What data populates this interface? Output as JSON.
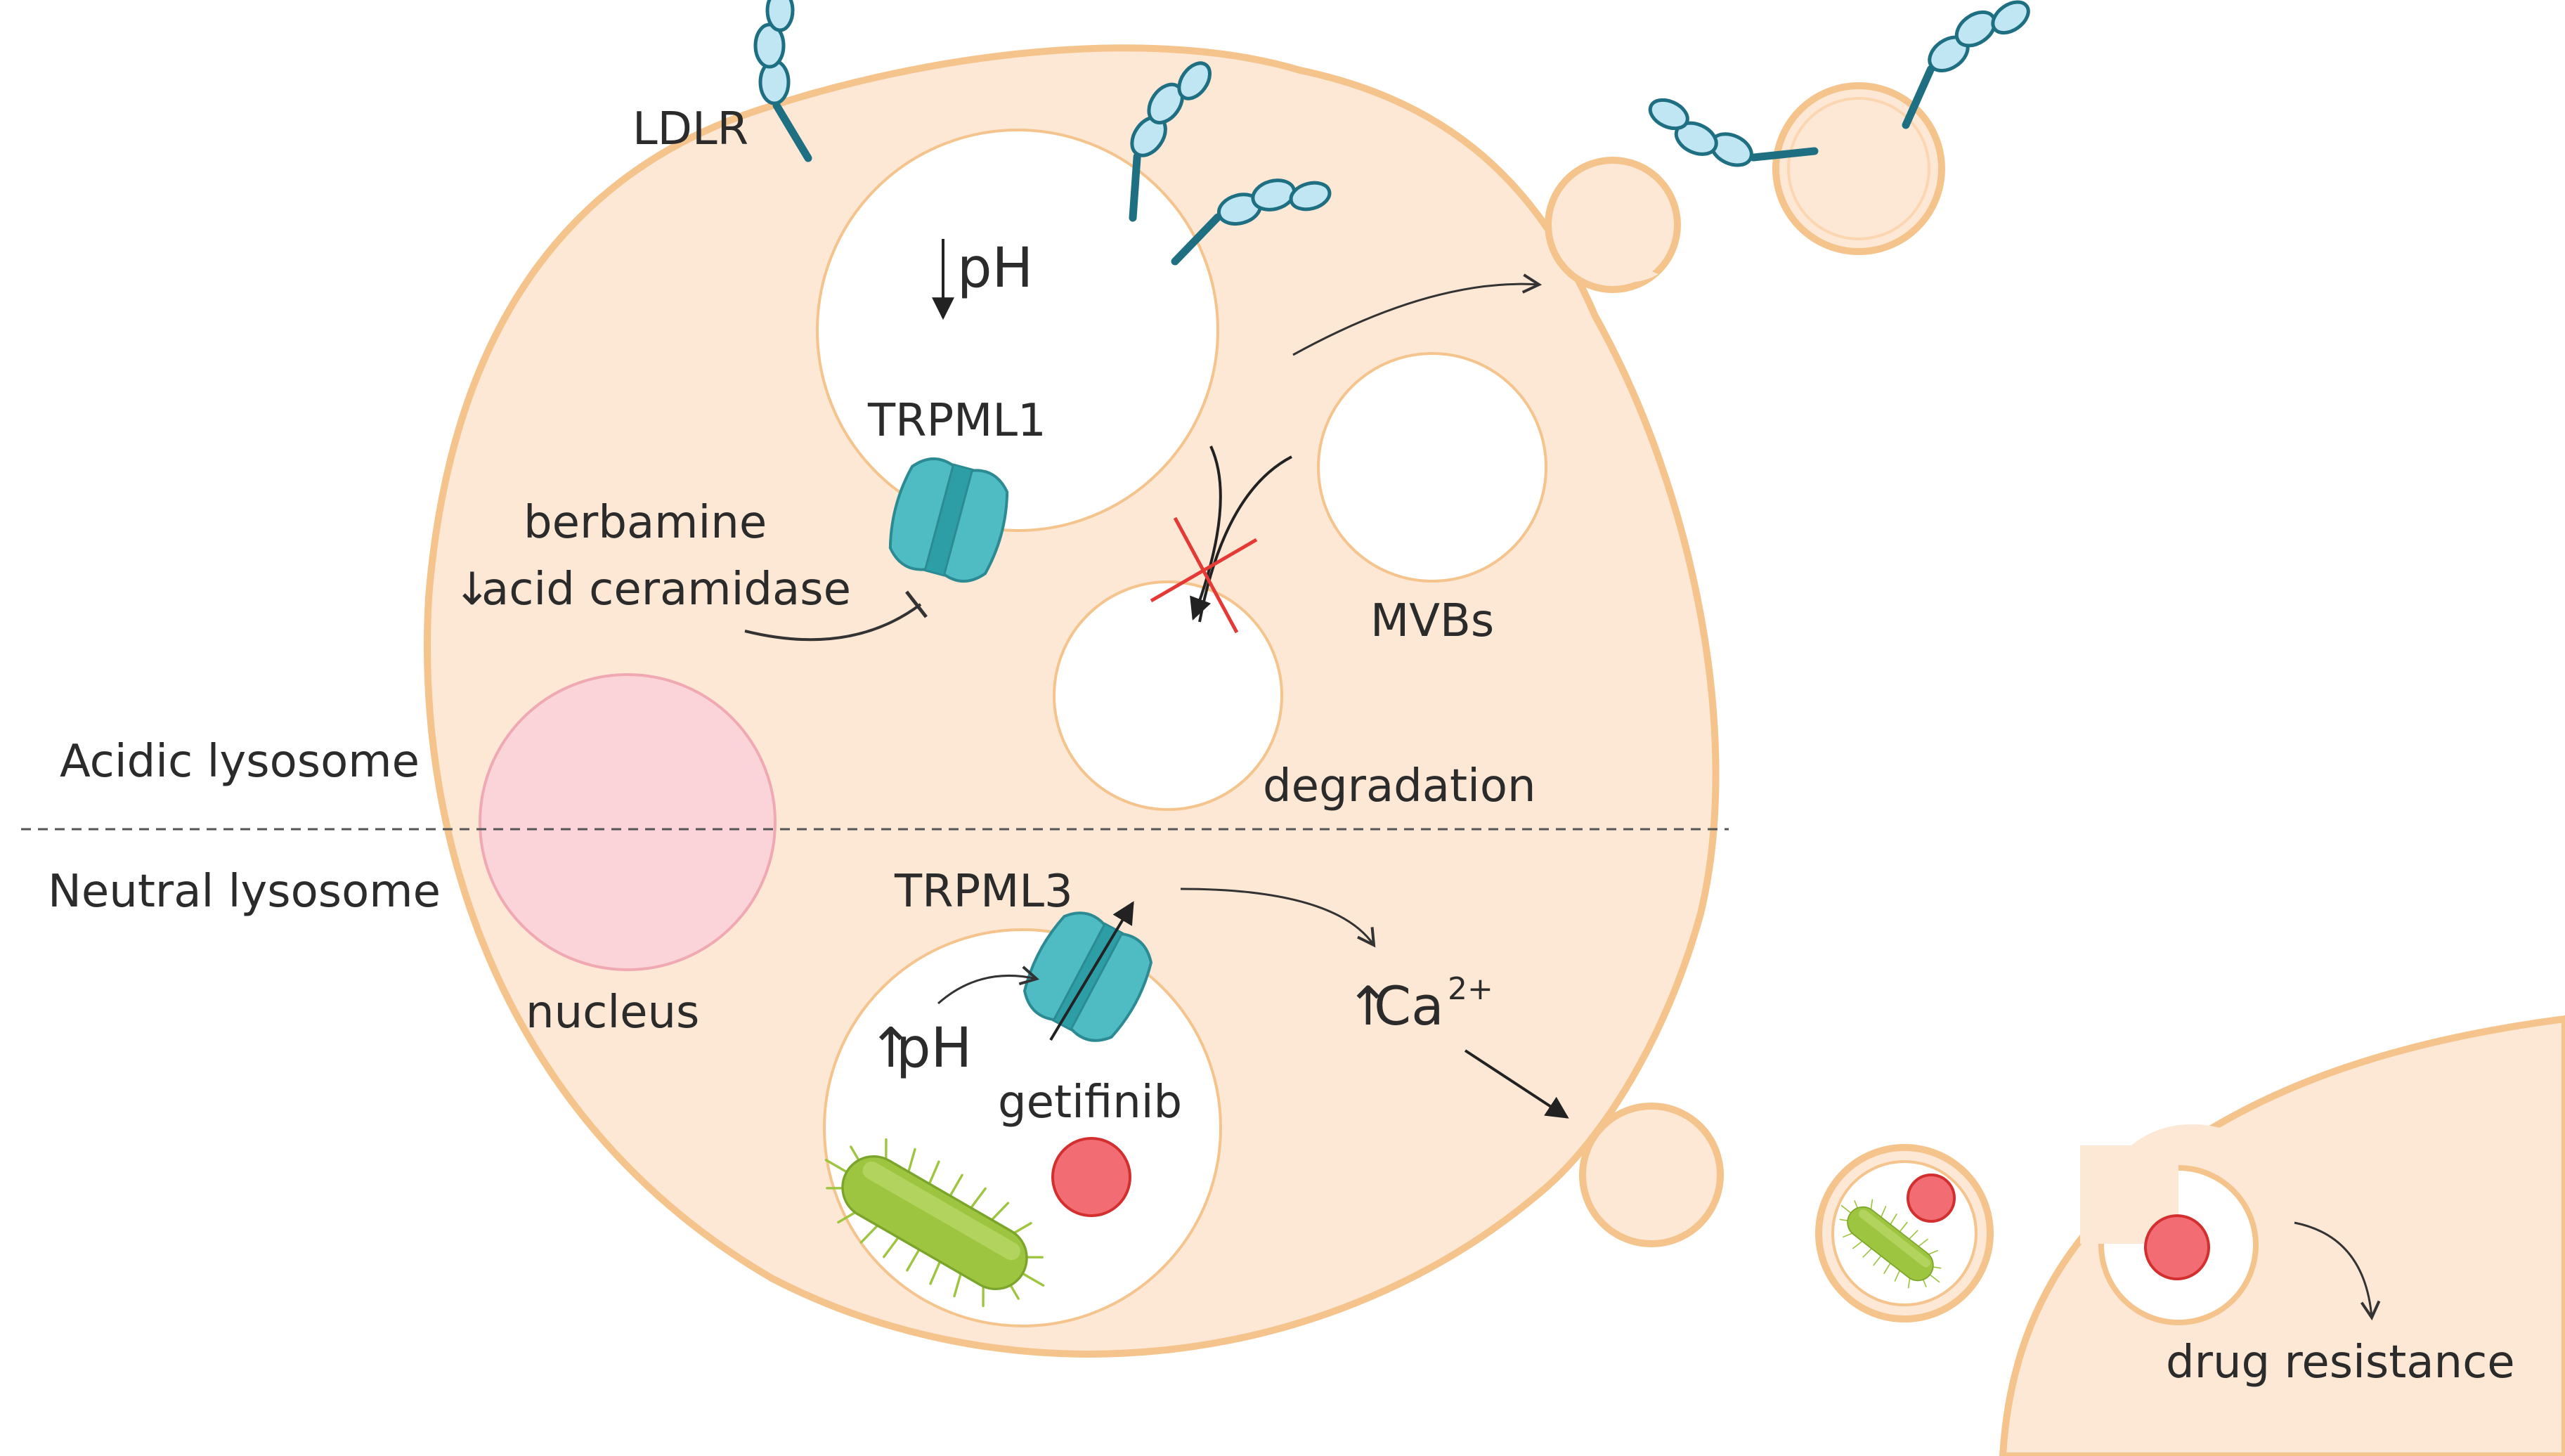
{
  "labels": {
    "ldlr": "LDLR",
    "ph_low": "pH",
    "trpml1": "TRPML1",
    "berbamine": "berbamine",
    "acid_ceramidase": "acid ceramidase",
    "mvbs": "MVBs",
    "degradation": "degradation",
    "acidic_lysosome": "Acidic lysosome",
    "neutral_lysosome": "Neutral lysosome",
    "trpml3": "TRPML3",
    "ph_high": "pH",
    "ca": "Ca",
    "ca_charge": "2+",
    "getifinib": "getifinib",
    "nucleus": "nucleus",
    "drug_resistance": "drug resistance"
  },
  "symbols": {
    "down_arrow": "↓",
    "up_arrow": "↑"
  },
  "colors": {
    "cell_fill": "#fde8d6",
    "cell_border": "#f5c48c",
    "nucleus_fill": "#fad4d8",
    "channel_teal": "#4fbcc4",
    "receptor_dark": "#1f6f82",
    "receptor_light": "#bfe6f2",
    "bacterium_green": "#9ec540",
    "drug_red": "#f26d73",
    "inhibition_cross": "#e53935"
  },
  "icons": {
    "receptor": "ldlr-receptor-icon",
    "ion_channel": "ion-channel-icon",
    "bacterium": "bacterium-icon",
    "drug": "drug-particle-icon"
  }
}
